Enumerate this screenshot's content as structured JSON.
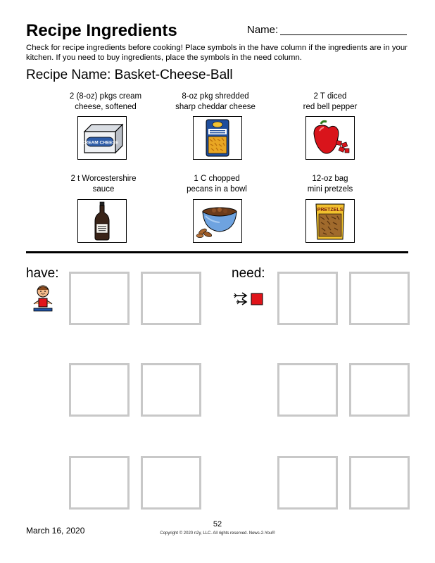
{
  "header": {
    "title": "Recipe Ingredients",
    "name_label": "Name:"
  },
  "instructions": "Check for recipe ingredients before cooking!  Place symbols in the have column if the ingredients are in your kitchen.  If you need to buy ingredients, place the symbols in the need column.",
  "recipe": {
    "name": "Recipe Name:  Basket-Cheese-Ball"
  },
  "ingredients": [
    {
      "line1": "2 (8-oz) pkgs cream",
      "line2": "cheese, softened",
      "icon": "cream-cheese-icon",
      "icon_text": "CREAM CHEESE"
    },
    {
      "line1": "8-oz pkg shredded",
      "line2": "sharp cheddar cheese",
      "icon": "shredded-cheese-icon",
      "icon_text": ""
    },
    {
      "line1": "2 T diced",
      "line2": "red bell pepper",
      "icon": "red-pepper-icon",
      "icon_text": ""
    },
    {
      "line1": "2 t Worcestershire",
      "line2": "sauce",
      "icon": "sauce-bottle-icon",
      "icon_text": ""
    },
    {
      "line1": "1 C chopped",
      "line2": "pecans in a bowl",
      "icon": "pecans-bowl-icon",
      "icon_text": ""
    },
    {
      "line1": "12-oz bag",
      "line2": "mini pretzels",
      "icon": "pretzel-bag-icon",
      "icon_text": "PRETZELS"
    }
  ],
  "columns": {
    "have_label": "have:",
    "need_label": "need:",
    "have_icon": "person-holding-item-icon",
    "need_icon": "reach-for-item-icon"
  },
  "footer": {
    "page_number": "52",
    "date": "March 16, 2020",
    "copyright": "Copyright © 2020 n2y, LLC. All rights reserved. News-2-You®"
  },
  "colors": {
    "slot_border": "#c8c8c8",
    "accent_red": "#e0141a"
  }
}
